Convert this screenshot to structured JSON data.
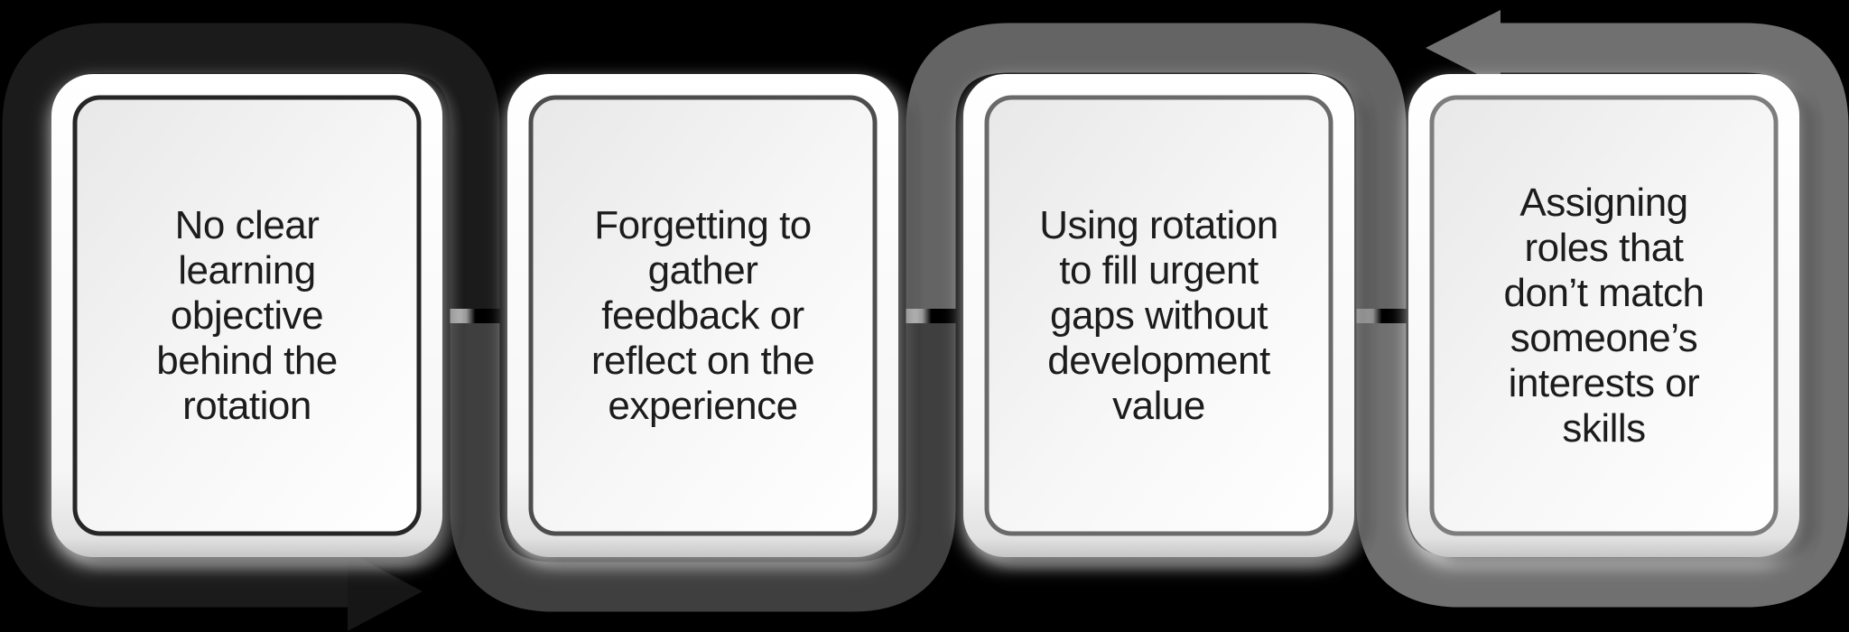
{
  "diagram": {
    "background_color": "#000000",
    "text_color": "#1c1c1c",
    "divider_highlight_color": "#ffffff",
    "cards": [
      {
        "border_color": "#262626",
        "lines": [
          "No clear",
          "learning",
          "objective",
          "behind the",
          "rotation"
        ]
      },
      {
        "border_color": "#4d4d4d",
        "lines": [
          "Forgetting to",
          "gather",
          "feedback or",
          "reflect on the",
          "experience"
        ]
      },
      {
        "border_color": "#6b6b6b",
        "lines": [
          "Using rotation",
          "to fill urgent",
          "gaps without",
          "development",
          "value"
        ]
      },
      {
        "border_color": "#7d7d7d",
        "lines": [
          "Assigning",
          "roles that",
          "don’t match",
          "someone’s",
          "interests or",
          "skills"
        ]
      }
    ],
    "rings": [
      {
        "name": "loop-1",
        "color": "#1b1b1b"
      },
      {
        "name": "loop-2",
        "color": "#3f3f3f"
      },
      {
        "name": "loop-3",
        "color": "#646464"
      },
      {
        "name": "loop-4",
        "color": "#707070"
      }
    ],
    "arrows": [
      {
        "name": "cycle-arrow-right",
        "color": "#161616"
      },
      {
        "name": "cycle-arrow-left",
        "color": "#707070"
      }
    ]
  }
}
